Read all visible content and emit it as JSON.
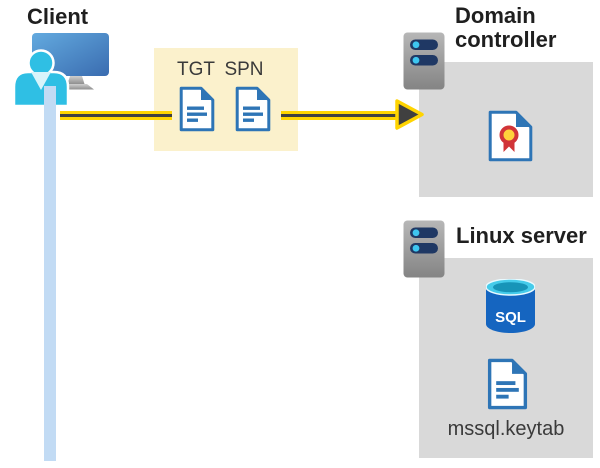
{
  "diagram": {
    "client": {
      "label": "Client"
    },
    "auth_request": {
      "tgt_label": "TGT",
      "spn_label": "SPN"
    },
    "domain_controller": {
      "label": "Domain controller"
    },
    "linux_server": {
      "label": "Linux server",
      "database_label": "SQL",
      "keytab_label": "mssql.keytab"
    },
    "icons": {
      "client": "user-workstation-icon",
      "tgt": "document-icon",
      "spn": "document-icon",
      "domain_controller": "server-icon",
      "certificate": "certificate-icon",
      "linux_server": "server-icon",
      "database": "sql-database-icon",
      "keytab": "document-icon"
    },
    "colors": {
      "arrow": "#FFD400",
      "arrow_core": "#404040",
      "ticket_box_bg": "#FBF1CC",
      "server_box_bg": "#D9D9D9",
      "document_blue": "#2E75B6",
      "person_cyan": "#2FBFE4",
      "server_bar_navy": "#1F3864",
      "client_line_blue": "#C2DBF4",
      "label_text": "#1F1F1F",
      "secondary_text": "#3A3A3A"
    }
  }
}
